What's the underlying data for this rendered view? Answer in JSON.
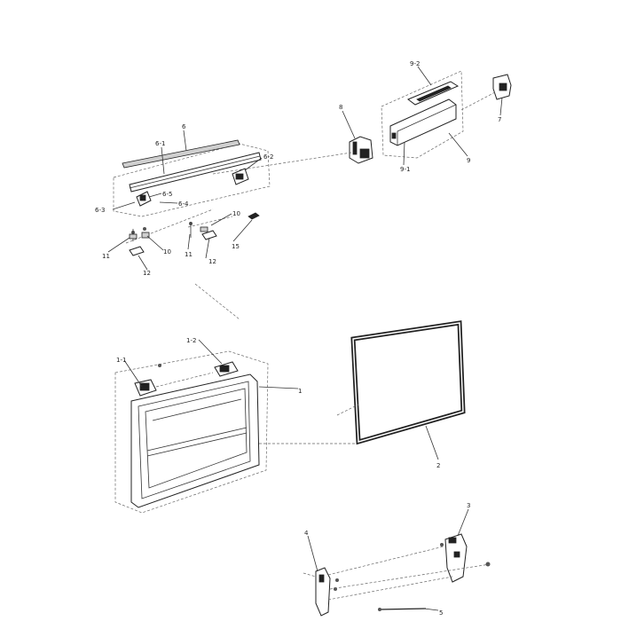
{
  "labels": {
    "l_9_2": "9-2",
    "l_8": "8",
    "l_7": "7",
    "l_9_1": "9-1",
    "l_9": "9",
    "l_6": "6",
    "l_6_1": "6-1",
    "l_6_2": "6-2",
    "l_6_5": "6-5",
    "l_6_4": "6-4",
    "l_6_3": "6-3",
    "l_10a": "10",
    "l_10b": "10",
    "l_11a": "11",
    "l_11b": "11",
    "l_15": "15",
    "l_12a": "12",
    "l_12b": "12",
    "l_1_2": "1-2",
    "l_1_1": "1-1",
    "l_1": "1",
    "l_2": "2",
    "l_3": "3",
    "l_4": "4",
    "l_5": "5"
  }
}
